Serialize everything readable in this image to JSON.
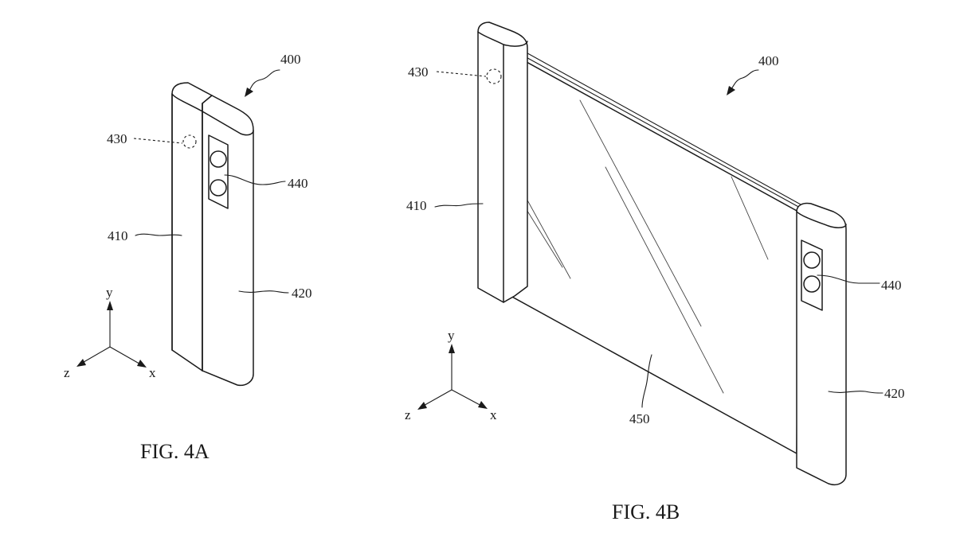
{
  "figures": [
    {
      "caption": "FIG. 4A",
      "labels": {
        "device": "400",
        "camera_front": "430",
        "camera_module": "440",
        "first_housing": "410",
        "second_housing": "420"
      },
      "axes": {
        "x": "x",
        "y": "y",
        "z": "z"
      }
    },
    {
      "caption": "FIG. 4B",
      "labels": {
        "device": "400",
        "camera_front": "430",
        "camera_module": "440",
        "first_housing": "410",
        "second_housing": "420",
        "display": "450"
      },
      "axes": {
        "x": "x",
        "y": "y",
        "z": "z"
      }
    }
  ]
}
